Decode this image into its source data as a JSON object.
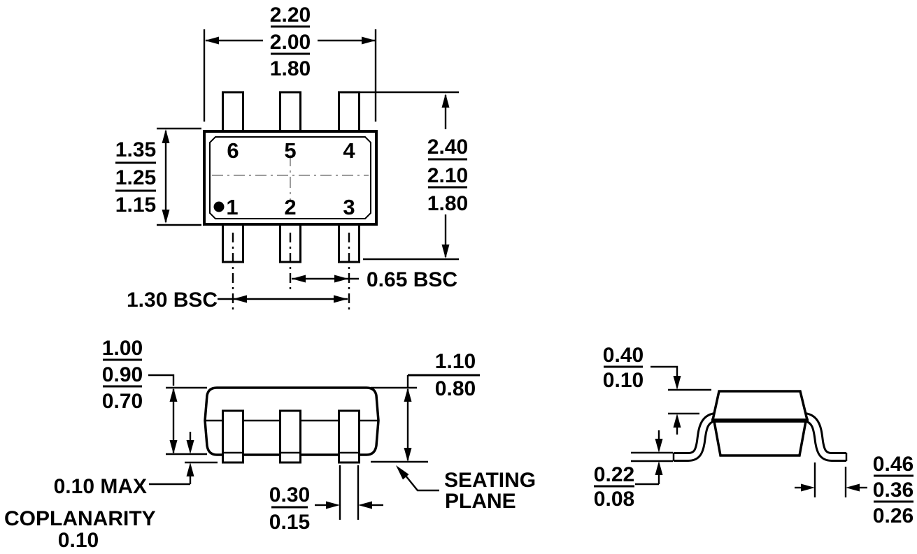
{
  "colors": {
    "line": "#000000",
    "centerline": "#9c9c9c",
    "background": "#ffffff"
  },
  "top_view": {
    "pin_labels": [
      "6",
      "5",
      "4",
      "1",
      "2",
      "3"
    ],
    "width_dim": [
      "2.20",
      "2.00",
      "1.80"
    ],
    "body_length_dim": [
      "1.35",
      "1.25",
      "1.15"
    ],
    "overall_width_dim": [
      "2.40",
      "2.10",
      "1.80"
    ],
    "pin_pitch": "0.65 BSC",
    "pin_span": "1.30 BSC"
  },
  "front_view": {
    "body_height_dim": [
      "1.00",
      "0.90",
      "0.70"
    ],
    "overall_height_dim": [
      "1.10",
      "0.80"
    ],
    "standoff": "0.10 MAX",
    "coplanarity_label": "COPLANARITY",
    "coplanarity_value": "0.10",
    "lead_width_dim": [
      "0.30",
      "0.15"
    ],
    "seating_plane_line1": "SEATING",
    "seating_plane_line2": "PLANE"
  },
  "end_view": {
    "lead_top_offset_dim": [
      "0.40",
      "0.10"
    ],
    "lead_thickness_dim": [
      "0.22",
      "0.08"
    ],
    "foot_length_dim": [
      "0.46",
      "0.36",
      "0.26"
    ]
  }
}
